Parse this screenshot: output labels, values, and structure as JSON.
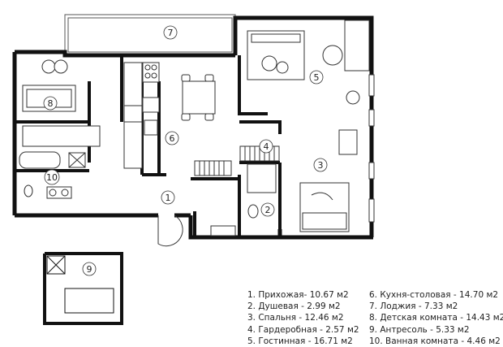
{
  "rooms": [
    {
      "number": "1",
      "name": "Прихожая",
      "area": "10.67 м2"
    },
    {
      "number": "2",
      "name": "Душевая",
      "area": "2.99 м2"
    },
    {
      "number": "3",
      "name": "Спальня",
      "area": "12.46 м2"
    },
    {
      "number": "4",
      "name": "Гардеробная",
      "area": "2.57 м2"
    },
    {
      "number": "5",
      "name": "Гостинная",
      "area": "16.71 м2"
    },
    {
      "number": "6",
      "name": "Кухня-столовая",
      "area": "14.70 м2"
    },
    {
      "number": "7",
      "name": "Лоджия",
      "area": "7.33 м2"
    },
    {
      "number": "8",
      "name": "Детская комната",
      "area": "14.43 м2"
    },
    {
      "number": "9",
      "name": "Антресоль",
      "area": "5.33 м2"
    },
    {
      "number": "10",
      "name": "Ванная комната",
      "area": "4.46 м2"
    }
  ],
  "legend": {
    "col1": [
      "1. Прихожая- 10.67 м2",
      "2. Душевая - 2.99 м2",
      "3. Спальня - 12.46 м2",
      "4. Гардеробная - 2.57 м2",
      "5. Гостинная - 16.71 м2"
    ],
    "col2": [
      "6. Кухня-столовая - 14.70 м2",
      "7. Лоджия - 7.33 м2",
      "8. Детская комната - 14.43 м2",
      "9. Антресоль - 5.33 м2",
      "10. Ванная комната - 4.46 м2"
    ]
  },
  "colors": {
    "wall": "#111111",
    "line": "#333333",
    "floor": "#ffffff",
    "furniture": "#eeeeee"
  }
}
